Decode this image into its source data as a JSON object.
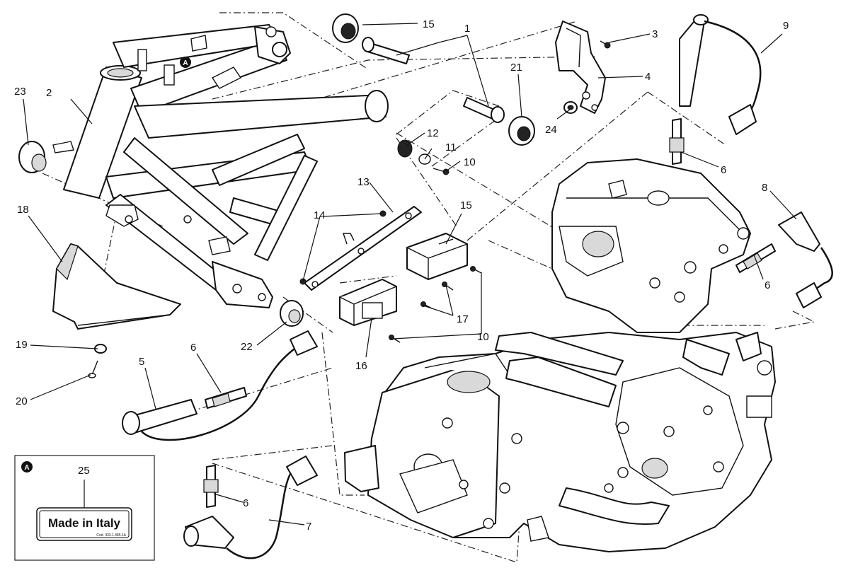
{
  "diagram": {
    "subject": "Motorcycle frame, engine, ignition coils and spark plugs exploded view",
    "marker": "A",
    "callouts": [
      {
        "id": "c1",
        "label": "1"
      },
      {
        "id": "c2",
        "label": "2"
      },
      {
        "id": "c3",
        "label": "3"
      },
      {
        "id": "c4",
        "label": "4"
      },
      {
        "id": "c5",
        "label": "5"
      },
      {
        "id": "c6a",
        "label": "6"
      },
      {
        "id": "c6b",
        "label": "6"
      },
      {
        "id": "c6c",
        "label": "6"
      },
      {
        "id": "c6d",
        "label": "6"
      },
      {
        "id": "c7",
        "label": "7"
      },
      {
        "id": "c8",
        "label": "8"
      },
      {
        "id": "c9",
        "label": "9"
      },
      {
        "id": "c10a",
        "label": "10"
      },
      {
        "id": "c10b",
        "label": "10"
      },
      {
        "id": "c11",
        "label": "11"
      },
      {
        "id": "c12",
        "label": "12"
      },
      {
        "id": "c13",
        "label": "13"
      },
      {
        "id": "c14",
        "label": "14"
      },
      {
        "id": "c15a",
        "label": "15"
      },
      {
        "id": "c15b",
        "label": "15"
      },
      {
        "id": "c16",
        "label": "16"
      },
      {
        "id": "c17",
        "label": "17"
      },
      {
        "id": "c18",
        "label": "18"
      },
      {
        "id": "c19",
        "label": "19"
      },
      {
        "id": "c20",
        "label": "20"
      },
      {
        "id": "c21",
        "label": "21"
      },
      {
        "id": "c22",
        "label": "22"
      },
      {
        "id": "c23",
        "label": "23"
      },
      {
        "id": "c24",
        "label": "24"
      }
    ],
    "inset": {
      "marker": "A",
      "callout": "25",
      "label_text": "Made in Italy",
      "label_code": "Cod. 433.1.485.1A"
    }
  }
}
